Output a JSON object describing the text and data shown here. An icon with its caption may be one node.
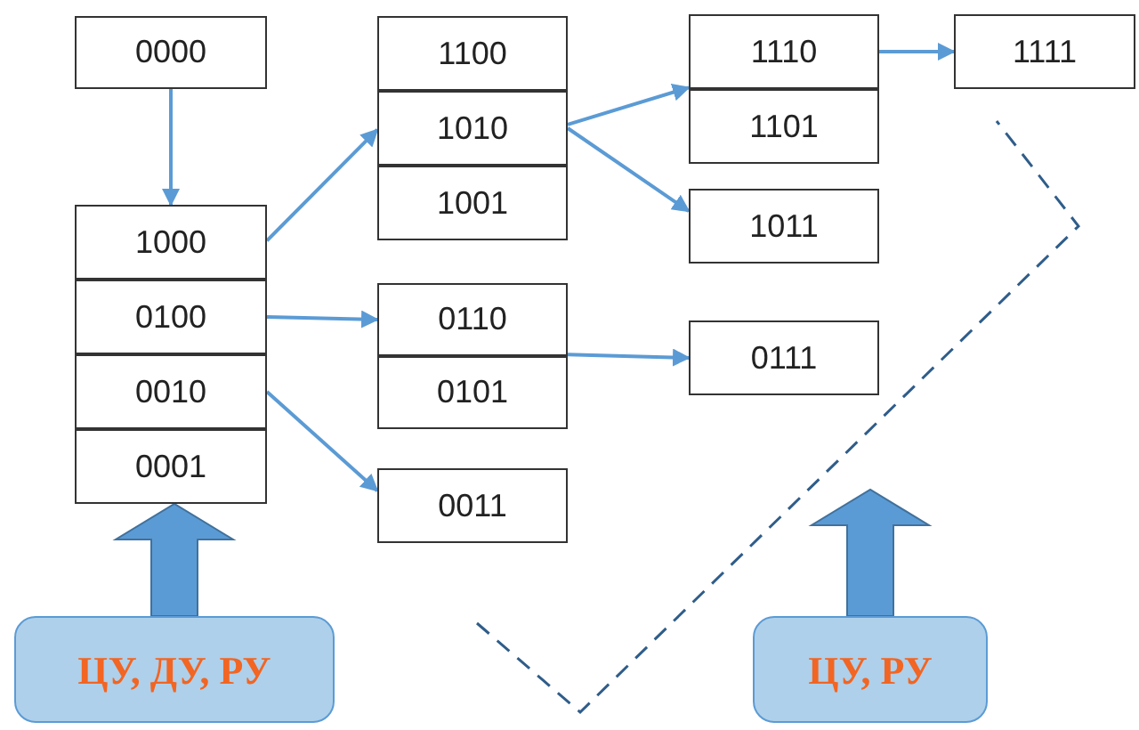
{
  "diagram": {
    "nodes": [
      {
        "text": [
          "0000"
        ]
      },
      {
        "text": [
          "1000"
        ]
      },
      {
        "text": [
          "0100"
        ]
      },
      {
        "text": [
          "0010"
        ]
      },
      {
        "text": [
          "0001"
        ]
      },
      {
        "text": [
          "1100"
        ]
      },
      {
        "text": [
          "1010"
        ]
      },
      {
        "text": [
          "1001"
        ]
      },
      {
        "text": [
          "0110"
        ]
      },
      {
        "text": [
          "0101"
        ]
      },
      {
        "text": [
          "0011"
        ]
      },
      {
        "text": [
          "1110"
        ]
      },
      {
        "text": [
          "1101"
        ]
      },
      {
        "text": [
          "1011"
        ]
      },
      {
        "text": [
          "0111"
        ]
      },
      {
        "text": [
          "1111"
        ]
      },
      {
        "text": [
          "ЦУ, ДУ, РУ"
        ]
      },
      {
        "text": [
          "ЦУ, РУ"
        ]
      }
    ],
    "edges": [
      {
        "from": 0,
        "to": 1,
        "arrow": "to"
      },
      {
        "from": 1,
        "to": 6,
        "arrow": "to"
      },
      {
        "from": 2,
        "to": 8,
        "arrow": "to"
      },
      {
        "from": 3,
        "to": 10,
        "arrow": "to"
      },
      {
        "from": 6,
        "to": 11,
        "arrow": "to"
      },
      {
        "from": 6,
        "to": 13,
        "arrow": "to"
      },
      {
        "from": 8,
        "to": 14,
        "arrow": "to"
      },
      {
        "from": 11,
        "to": 15,
        "arrow": "to"
      },
      {
        "from": 16,
        "to": 4,
        "arrow": "to",
        "style": "thick"
      },
      {
        "from": 17,
        "to": null,
        "arrow": "to",
        "style": "thick"
      }
    ]
  }
}
